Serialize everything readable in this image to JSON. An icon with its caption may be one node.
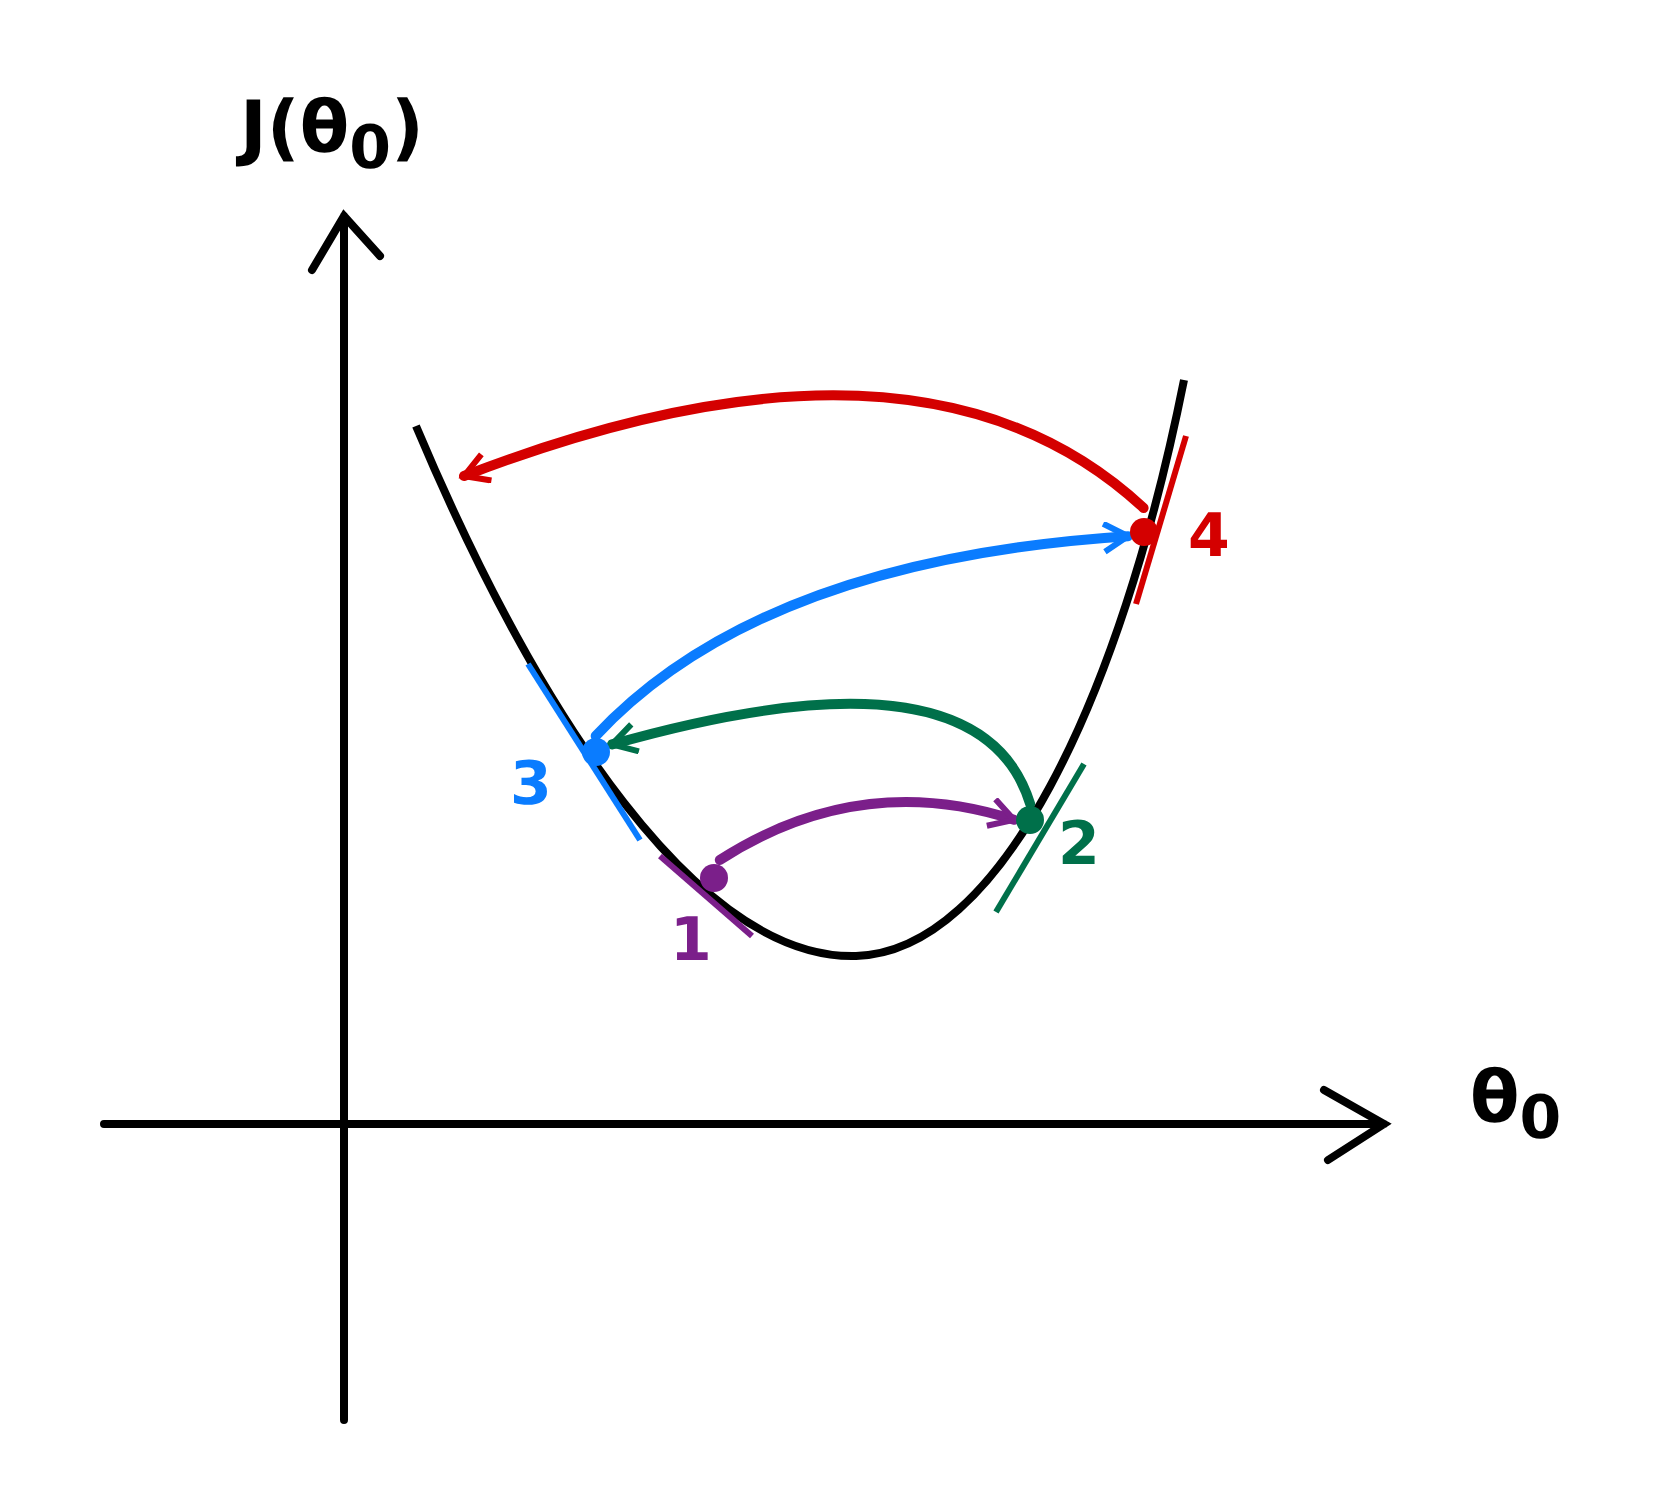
{
  "diagram": {
    "nodes": [
      {
        "text": [
          "1"
        ]
      },
      {
        "text": [
          "2"
        ]
      },
      {
        "text": [
          "3"
        ]
      },
      {
        "text": [
          "4"
        ]
      }
    ],
    "edges": [
      {
        "from": 0,
        "to": 1,
        "arrow": "to",
        "color": "#7b1f8a"
      },
      {
        "from": 1,
        "to": 2,
        "arrow": "to",
        "color": "#00704a"
      },
      {
        "from": 2,
        "to": 3,
        "arrow": "to",
        "color": "#0a7cff"
      },
      {
        "from": 3,
        "to": null,
        "arrow": "to",
        "color": "#d40000"
      }
    ],
    "labels": [
      "J(θ$_{0}$)",
      "θ$_{0}$"
    ]
  }
}
